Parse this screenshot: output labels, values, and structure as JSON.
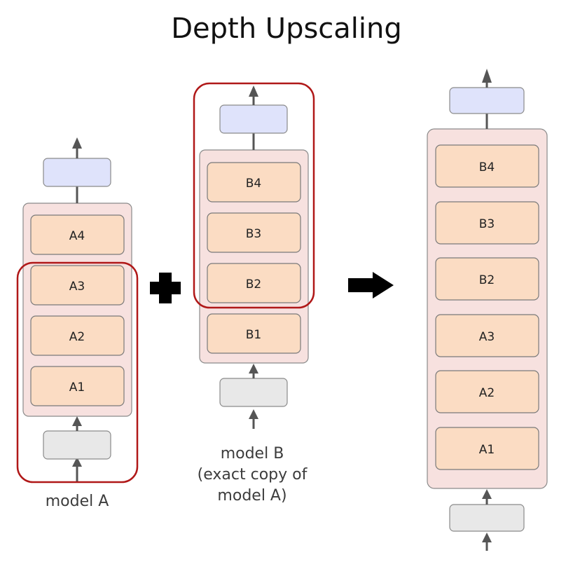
{
  "title": "Depth Upscaling",
  "colors": {
    "stack_fill": "#f7e1df",
    "stack_stroke": "#8a8a8a",
    "layer_fill": "#fbdcc3",
    "layer_stroke": "#7a7a7a",
    "head_fill": "#dfe3fb",
    "input_fill": "#e8e8e8",
    "highlight": "#b01818",
    "arrow": "#555555",
    "plus": "#000000"
  },
  "model_a": {
    "caption": "model A",
    "layers": [
      "A4",
      "A3",
      "A2",
      "A1"
    ]
  },
  "model_b": {
    "caption_lines": [
      "model B",
      "(exact copy of",
      "model A)"
    ],
    "layers": [
      "B4",
      "B3",
      "B2",
      "B1"
    ]
  },
  "merged": {
    "layers": [
      "B4",
      "B3",
      "B2",
      "A3",
      "A2",
      "A1"
    ]
  },
  "operators": {
    "plus": "plus-icon",
    "arrow": "right-arrow-icon"
  }
}
